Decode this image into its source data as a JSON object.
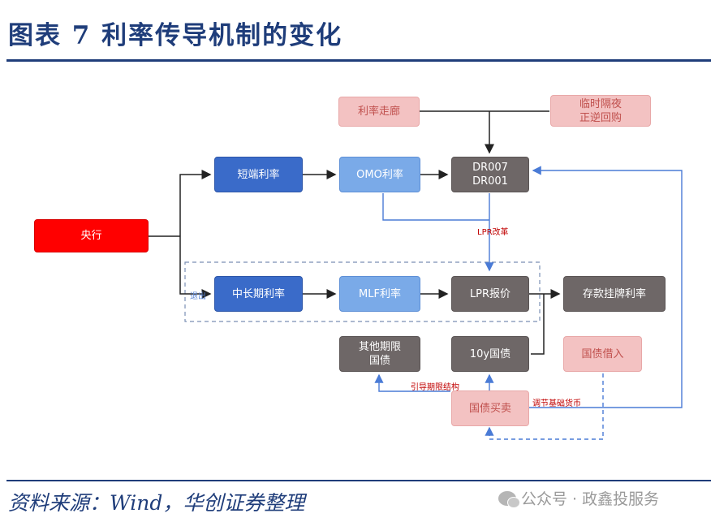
{
  "title": "图表 7   利率传导机制的变化",
  "source": "资料来源：Wind，华创证券整理",
  "watermark": "公众号 · 政鑫投服务",
  "disclaimer": "",
  "nodes": {
    "central_bank": "央行",
    "short_rate": "短端利率",
    "omo": "OMO利率",
    "dr": "DR007\nDR001",
    "rate_corridor": "利率走廊",
    "overnight_repo": "临时隔夜\n正逆回购",
    "mid_long_rate": "中长期利率",
    "mlf": "MLF利率",
    "lpr": "LPR报价",
    "deposit_rate": "存款挂牌利率",
    "other_bonds": "其他期限\n国债",
    "bond_10y": "10y国债",
    "bond_borrow": "国债借入",
    "bond_trade": "国债买卖"
  },
  "labels": {
    "lpr_reform": "LPR改革",
    "guide_term": "引导期限结构",
    "adjust_base": "调节基础货币",
    "phase": "退出"
  },
  "colors": {
    "dark_blue": "#1f3d7a",
    "blue": "#3a6bc9",
    "light_blue": "#7aaae8",
    "gray": "#6e6767",
    "pink": "#f3c2c2",
    "red": "#ff0000"
  }
}
